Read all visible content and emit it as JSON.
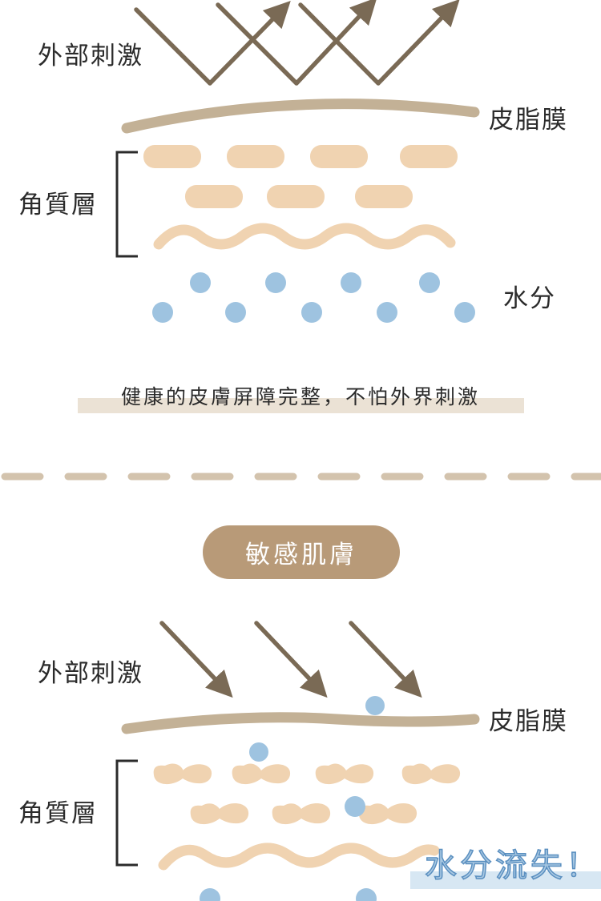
{
  "healthy": {
    "stimulus_label": "外部刺激",
    "sebum_label": "皮脂膜",
    "stratum_label": "角質層",
    "water_label": "水分",
    "caption": "健康的皮膚屏障完整，不怕外界刺激"
  },
  "sensitive": {
    "title": "敏感肌膚",
    "stimulus_label": "外部刺激",
    "sebum_label": "皮脂膜",
    "stratum_label": "角質層",
    "loss_label": "水分流失！"
  },
  "colors": {
    "arrow": "#7a6a55",
    "sebum": "#c3b196",
    "cells": "#f0d3b1",
    "water": "#9ec3e0",
    "divider": "#d3c3ad",
    "pill": "#b89a78"
  }
}
